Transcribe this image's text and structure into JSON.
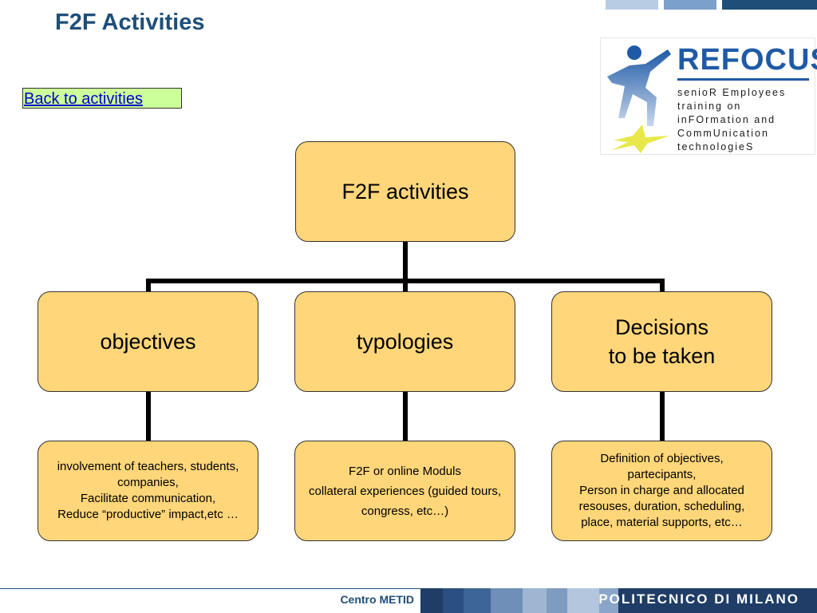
{
  "header": {
    "title": "F2F Activities",
    "back_link": "Back to activities"
  },
  "logo": {
    "title": "REFOCUS",
    "lines": [
      "senioR Employees",
      "training on",
      "inFOrmation and",
      "CommUnication",
      "technologieS"
    ]
  },
  "diagram": {
    "root": "F2F activities",
    "objectives": "objectives",
    "typologies": "typologies",
    "decisions_line1": "Decisions",
    "decisions_line2": "to be taken",
    "objectives_detail": [
      "involvement of teachers, students,",
      "companies,",
      "Facilitate communication,",
      "Reduce “productive” impact,etc …"
    ],
    "typologies_detail": [
      "F2F or online Moduls",
      "collateral experiences (guided tours,",
      "congress, etc…)"
    ],
    "decisions_detail": [
      "Definition of objectives,",
      "partecipants,",
      "Person in charge and allocated",
      "resouses, duration, scheduling,",
      "place, material supports, etc…"
    ]
  },
  "footer": {
    "label": "Centro METID",
    "brand": "POLITECNICO DI MILANO"
  },
  "colors": {
    "title": "#1f4e79",
    "node_fill": "#ffd67a",
    "link_box": "#ccff99",
    "footer_bar": "#1f3d66"
  }
}
